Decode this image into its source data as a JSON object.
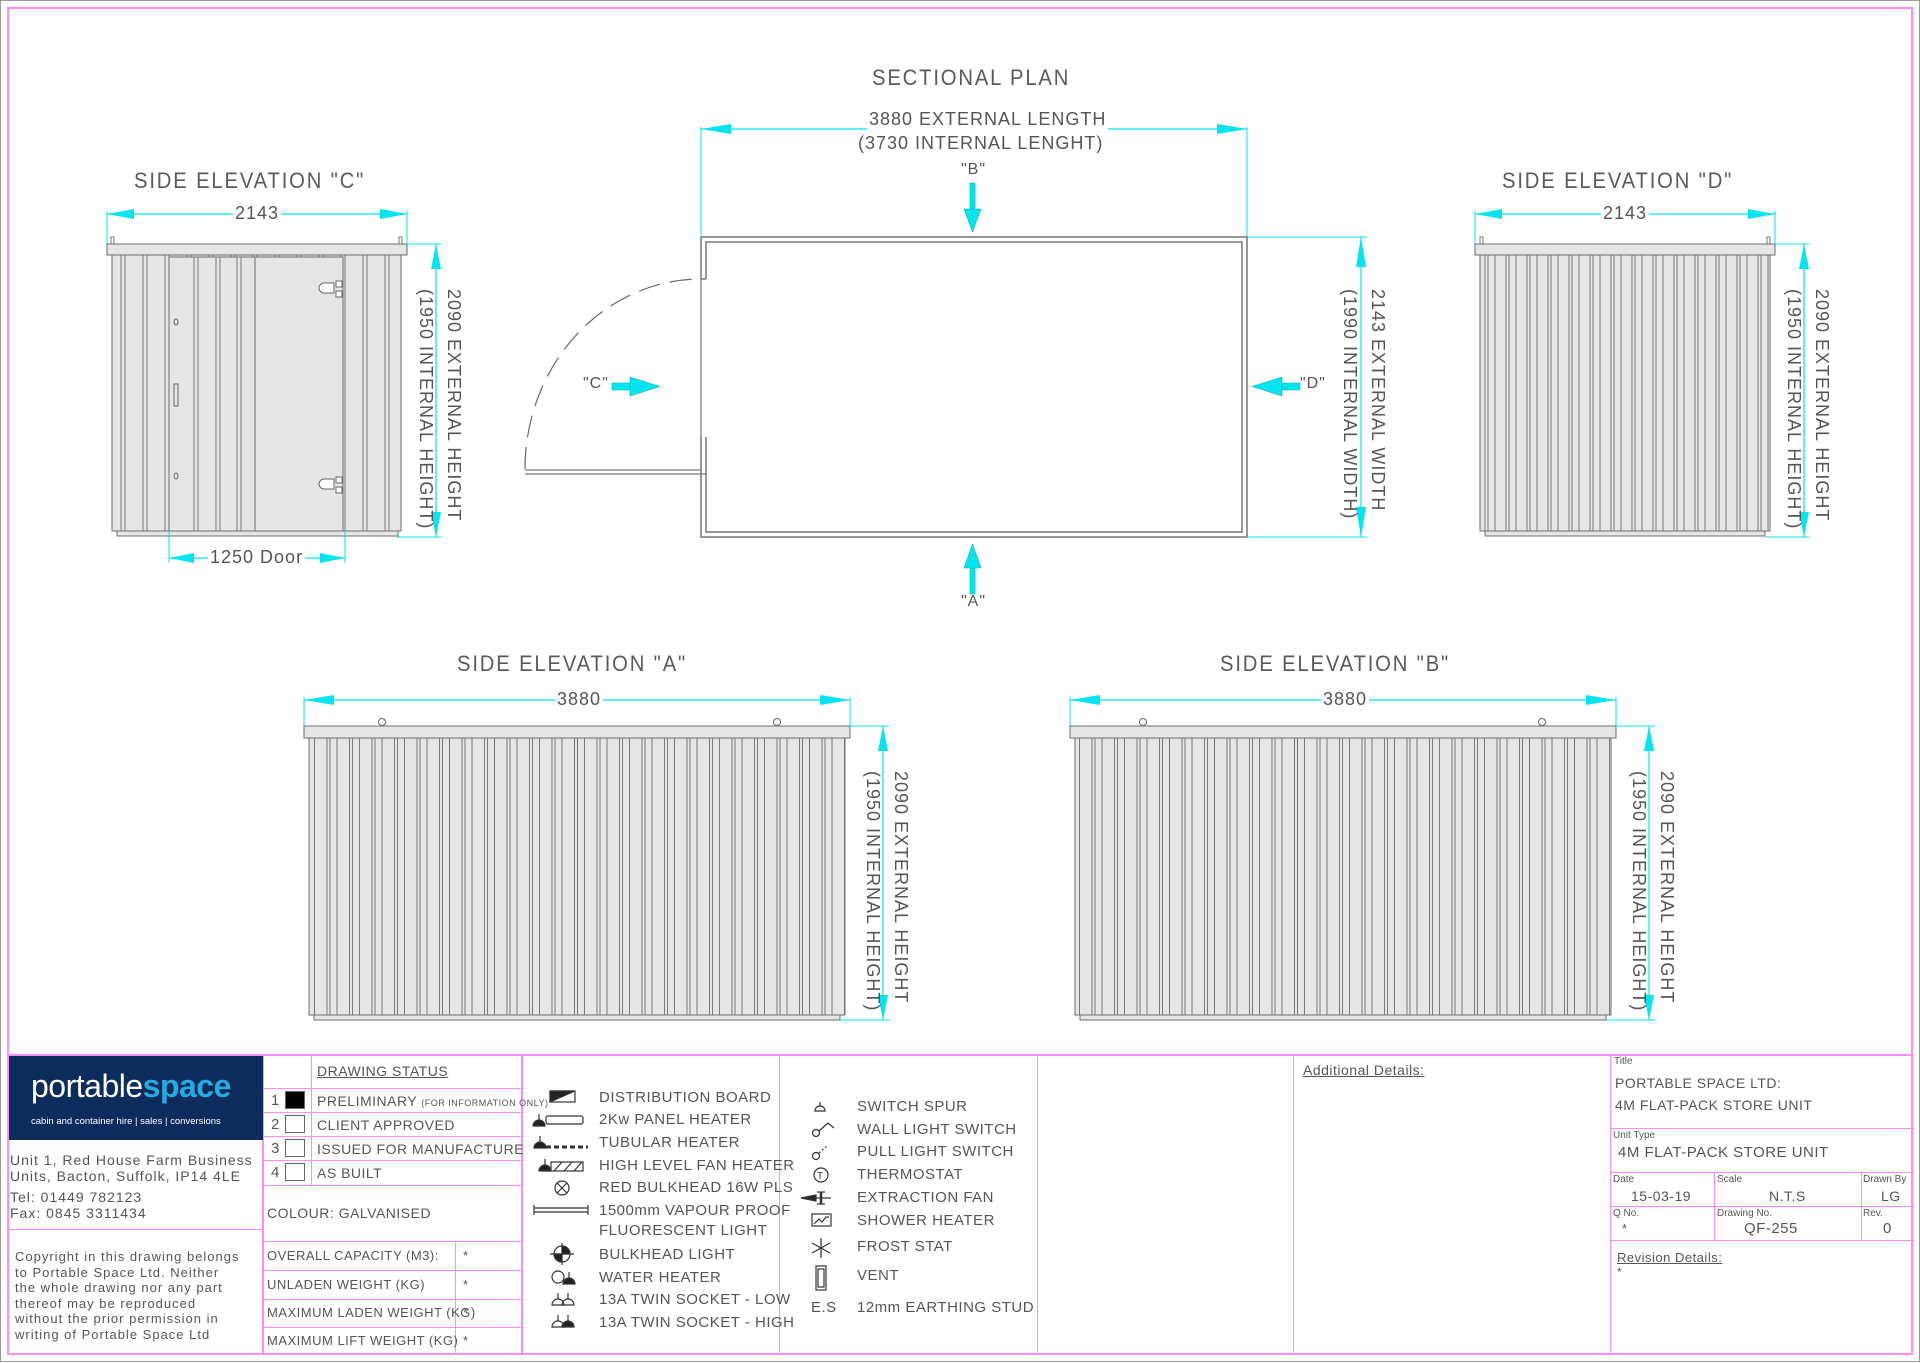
{
  "drawing": {
    "sectional_plan": {
      "title": "SECTIONAL PLAN",
      "length_label": "3880 EXTERNAL LENGTH",
      "internal_length_label": "(3730 INTERNAL LENGHT)",
      "width_label": "2143 EXTERNAL WIDTH",
      "internal_width_label": "(1990 INTERNAL WIDTH)",
      "markers": {
        "a": "\"A\"",
        "b": "\"B\"",
        "c": "\"C\"",
        "d": "\"D\""
      }
    },
    "elevation_c": {
      "title": "SIDE ELEVATION \"C\"",
      "width": "2143",
      "door": "1250 Door",
      "height_label": "2090 EXTERNAL HEIGHT",
      "internal_height_label": "(1950 INTERNAL HEIGHT)"
    },
    "elevation_d": {
      "title": "SIDE ELEVATION \"D\"",
      "width": "2143",
      "height_label": "2090 EXTERNAL HEIGHT",
      "internal_height_label": "(1950 INTERNAL HEIGHT)"
    },
    "elevation_a": {
      "title": "SIDE ELEVATION \"A\"",
      "width": "3880",
      "height_label": "2090 EXTERNAL HEIGHT",
      "internal_height_label": "(1950 INTERNAL HEIGHT)"
    },
    "elevation_b": {
      "title": "SIDE ELEVATION \"B\"",
      "width": "3880",
      "height_label": "2090 EXTERNAL HEIGHT",
      "internal_height_label": "(1950 INTERNAL HEIGHT)"
    },
    "colors": {
      "dimension": "#00e5f0",
      "frame": "#ff8cff",
      "line": "#6e6e6e",
      "panel": "#e6e6e6",
      "logo_bg": "#0c2d5b",
      "logo_accent": "#27a9e1"
    }
  },
  "company": {
    "logo_word_1": "portable",
    "logo_word_2": "space",
    "tagline": "cabin and container hire  |  sales  |  conversions",
    "address_1": "Unit 1, Red House Farm Business",
    "address_2": "Units, Bacton, Suffolk, IP14 4LE",
    "tel": "Tel:  01449  782123",
    "fax": "Fax:  0845  3311434",
    "copyright": [
      "Copyright in this drawing belongs",
      "to Portable Space Ltd. Neither",
      "the whole drawing nor any part",
      "thereof may be reproduced",
      "without the prior permission in",
      "writing of Portable Space Ltd"
    ]
  },
  "status": {
    "heading": "DRAWING STATUS",
    "items": [
      {
        "num": "1",
        "label": "PRELIMINARY",
        "note": "(FOR INFORMATION ONLY)",
        "checked": true
      },
      {
        "num": "2",
        "label": "CLIENT APPROVED",
        "note": "",
        "checked": false
      },
      {
        "num": "3",
        "label": "ISSUED FOR MANUFACTURE",
        "note": "",
        "checked": false
      },
      {
        "num": "4",
        "label": "AS BUILT",
        "note": "",
        "checked": false
      }
    ],
    "colour": "COLOUR: GALVANISED",
    "specs": [
      {
        "label": "OVERALL CAPACITY (M3):",
        "value": "*"
      },
      {
        "label": "UNLADEN WEIGHT (KG)",
        "value": "*"
      },
      {
        "label": "MAXIMUM LADEN WEIGHT (KG)",
        "value": "*"
      },
      {
        "label": "MAXIMUM LIFT WEIGHT (KG)",
        "value": "*"
      }
    ]
  },
  "legend": {
    "left": [
      {
        "icon": "distribution-board-icon",
        "label": "DISTRIBUTION BOARD"
      },
      {
        "icon": "panel-heater-icon",
        "label": "2Kw PANEL HEATER"
      },
      {
        "icon": "tubular-heater-icon",
        "label": "TUBULAR HEATER"
      },
      {
        "icon": "fan-heater-icon",
        "label": "HIGH LEVEL FAN HEATER"
      },
      {
        "icon": "bulkhead-red-icon",
        "label": "RED BULKHEAD 16W PLS"
      },
      {
        "icon": "fluorescent-light-icon",
        "label": "1500mm VAPOUR PROOF"
      },
      {
        "icon": "",
        "label": "FLUORESCENT LIGHT"
      },
      {
        "icon": "bulkhead-light-icon",
        "label": "BULKHEAD LIGHT"
      },
      {
        "icon": "water-heater-icon",
        "label": "WATER HEATER"
      },
      {
        "icon": "twin-socket-low-icon",
        "label": "13A TWIN SOCKET - LOW"
      },
      {
        "icon": "twin-socket-high-icon",
        "label": "13A TWIN SOCKET - HIGH"
      }
    ],
    "right": [
      {
        "icon": "switch-spur-icon",
        "label": "SWITCH SPUR"
      },
      {
        "icon": "wall-light-switch-icon",
        "label": "WALL LIGHT SWITCH"
      },
      {
        "icon": "pull-light-switch-icon",
        "label": "PULL LIGHT SWITCH"
      },
      {
        "icon": "thermostat-icon",
        "label": "THERMOSTAT"
      },
      {
        "icon": "extraction-fan-icon",
        "label": "EXTRACTION FAN"
      },
      {
        "icon": "shower-heater-icon",
        "label": "SHOWER HEATER"
      },
      {
        "icon": "frost-stat-icon",
        "label": "FROST STAT"
      },
      {
        "icon": "vent-icon",
        "label": "VENT"
      },
      {
        "icon": "earthing-stud-icon",
        "label": "12mm EARTHING STUD",
        "code": "E.S"
      }
    ]
  },
  "additional": {
    "heading": "Additional Details:"
  },
  "title_block": {
    "title_caption": "Title",
    "title_line_1": "PORTABLE SPACE LTD:",
    "title_line_2": "4M FLAT-PACK STORE UNIT",
    "unit_type_caption": "Unit Type",
    "unit_type": "4M FLAT-PACK STORE UNIT",
    "date_caption": "Date",
    "date": "15-03-19",
    "scale_caption": "Scale",
    "scale": "N.T.S",
    "drawn_by_caption": "Drawn By",
    "drawn_by": "LG",
    "q_no_caption": "Q No.",
    "q_no": "*",
    "drawing_no_caption": "Drawing No.",
    "drawing_no": "QF-255",
    "rev_caption": "Rev.",
    "rev": "0",
    "revision_heading": "Revision Details:",
    "revision_value": "*"
  }
}
